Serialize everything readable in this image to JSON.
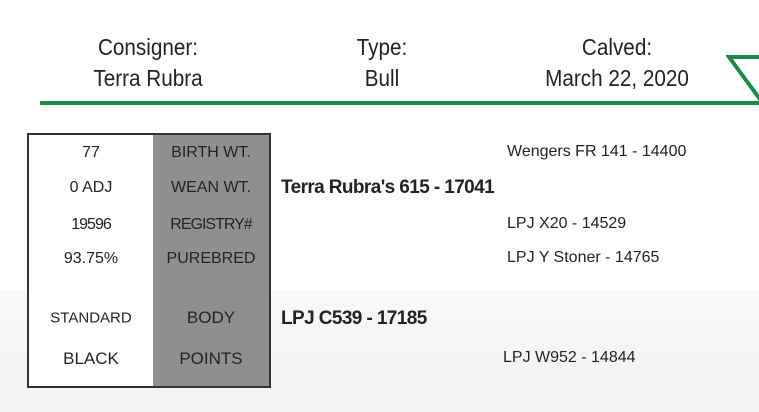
{
  "header": {
    "consigner_label": "Consigner:",
    "consigner": "Terra Rubra",
    "type_label": "Type:",
    "type": "Bull",
    "calved_label": "Calved:",
    "calved": "March 22, 2020"
  },
  "stats": [
    {
      "value": "77",
      "label": "BIRTH WT."
    },
    {
      "value": "0 ADJ",
      "label": "WEAN WT."
    },
    {
      "value": "19596",
      "label": "REGISTRY#"
    },
    {
      "value": "93.75%",
      "label": "PUREBRED"
    },
    {
      "value": "STANDARD",
      "label": "BODY"
    },
    {
      "value": "BLACK",
      "label": "POINTS"
    }
  ],
  "pedigree": {
    "sire": "Terra Rubra's 615 - 17041",
    "dam": "LPJ C539 - 17185",
    "sire_sire": "Wengers FR 141 - 14400",
    "sire_dam": "LPJ X20 - 14529",
    "dam_sire": "LPJ Y Stoner - 14765",
    "dam_dam": "LPJ W952 - 14844"
  },
  "colors": {
    "accent": "#1a8a46",
    "label_bg": "#8f8f8f"
  }
}
